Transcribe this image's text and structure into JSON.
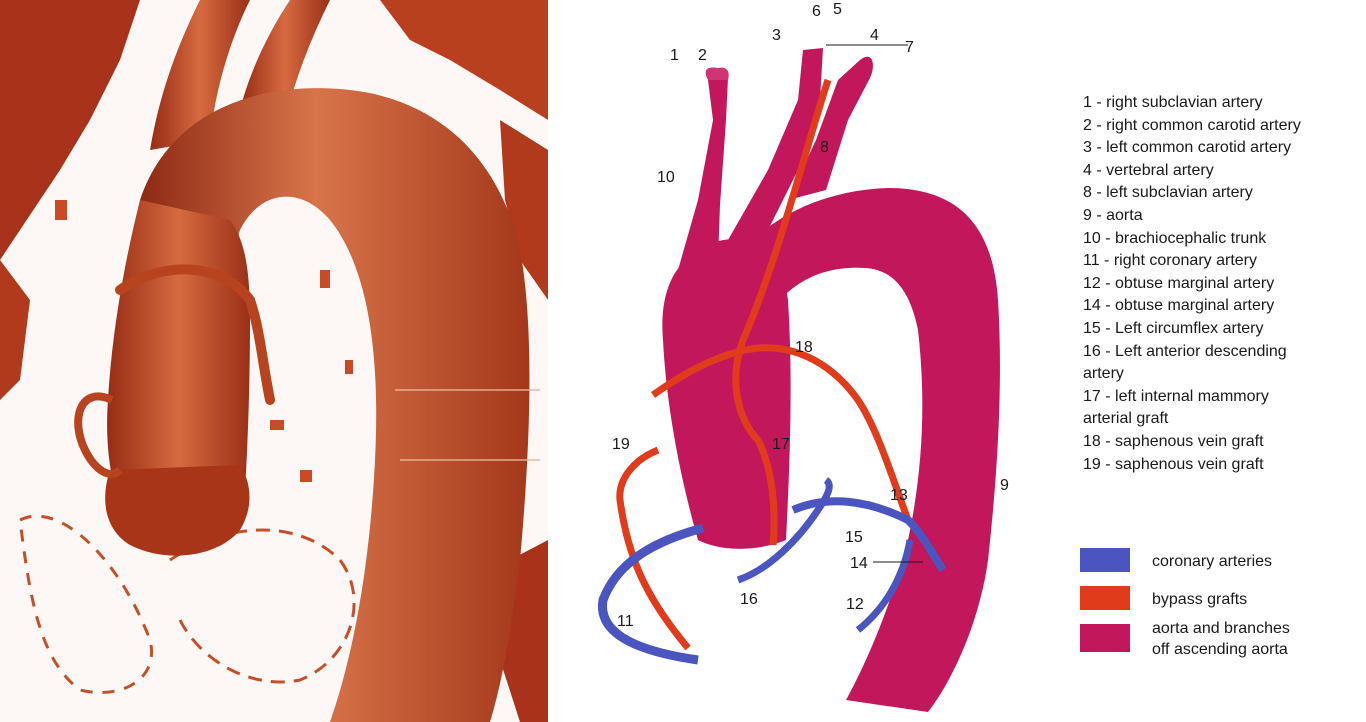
{
  "markers": [
    "1",
    "2",
    "3",
    "6",
    "5",
    "4",
    "7",
    "8",
    "10",
    "18",
    "19",
    "17",
    "13",
    "9",
    "15",
    "14",
    "16",
    "12",
    "11"
  ],
  "legend": [
    "1 - right subclavian artery",
    "2 - right common carotid artery",
    "3 - left common carotid artery",
    "4 - vertebral artery",
    "8 - left subclavian artery",
    "9 - aorta",
    "10 - brachiocephalic trunk",
    "11 - right coronary artery",
    "12 - obtuse marginal artery",
    "14 - obtuse marginal artery",
    "15 - Left circumflex artery",
    "16 - Left anterior descending",
    "artery",
    "17 - left internal mammory",
    "arterial graft",
    "18 - saphenous vein graft",
    "19 - saphenous vein graft"
  ],
  "color_legend": [
    {
      "label": "coronary arteries",
      "color": "#4a55c0"
    },
    {
      "label": "bypass grafts",
      "color": "#e03c1c"
    },
    {
      "label": "aorta and branches\noff ascending aorta",
      "color": "#c2185b"
    }
  ],
  "colors": {
    "photo_vessel": "#c0401e",
    "aorta": "#c2185b",
    "graft": "#e03c1c",
    "coronary": "#4a55c0"
  }
}
